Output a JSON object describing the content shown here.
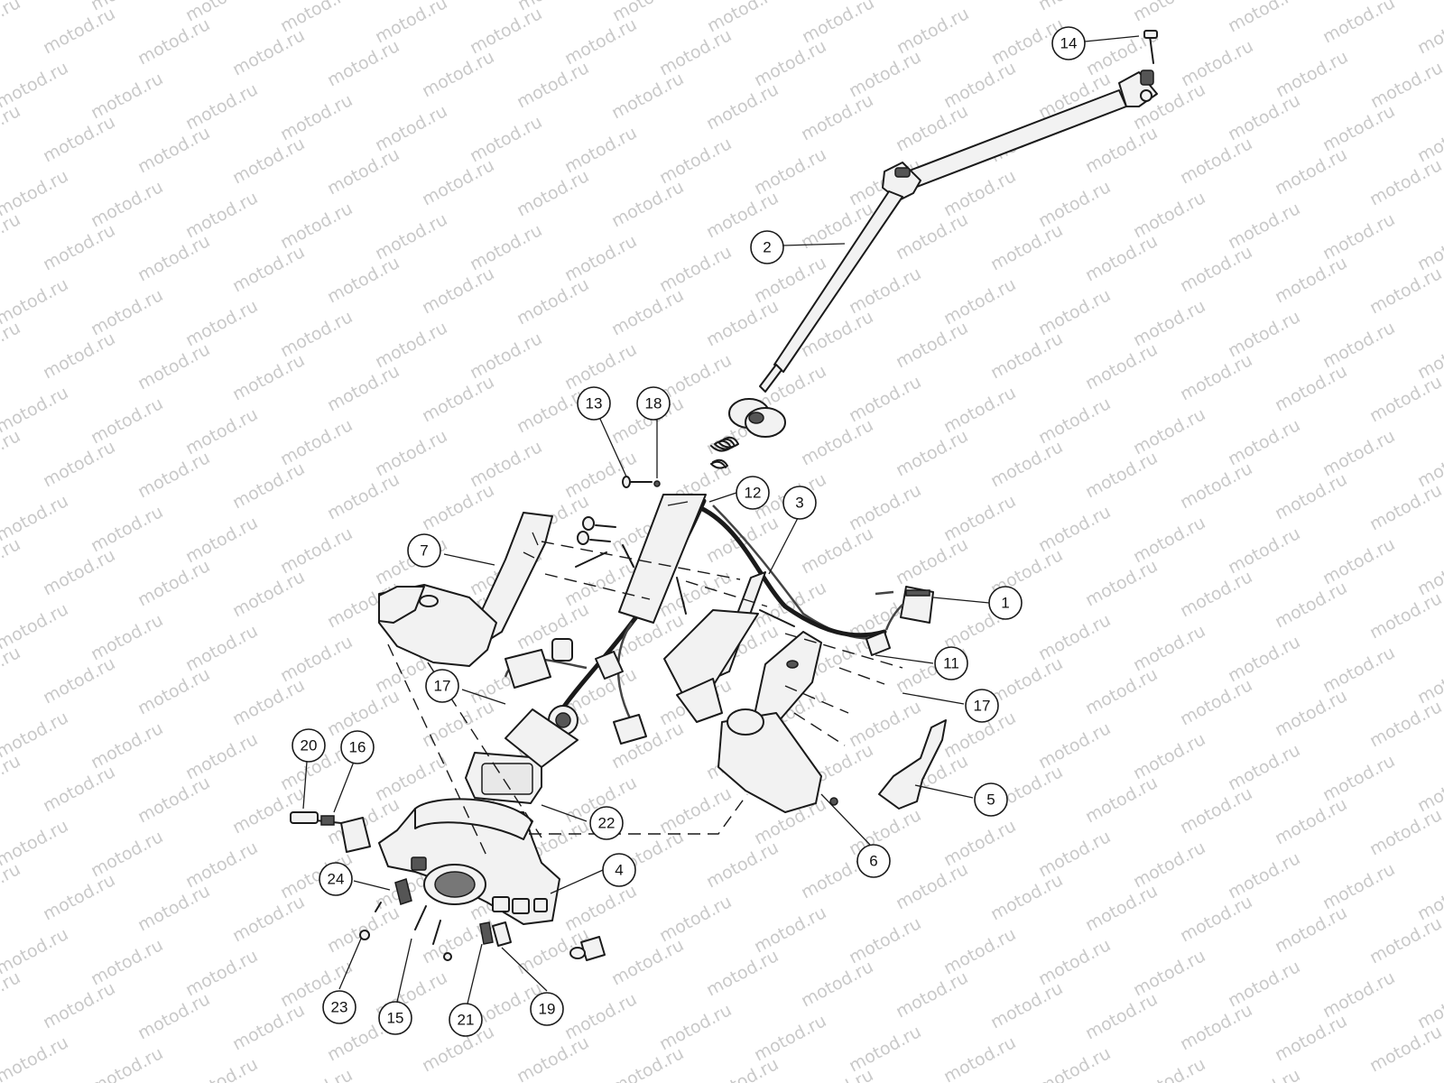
{
  "watermark": "motod.ru",
  "callouts": [
    {
      "id": "14",
      "label": "14"
    },
    {
      "id": "2",
      "label": "2"
    },
    {
      "id": "13",
      "label": "13"
    },
    {
      "id": "18",
      "label": "18"
    },
    {
      "id": "12",
      "label": "12"
    },
    {
      "id": "3",
      "label": "3"
    },
    {
      "id": "7",
      "label": "7"
    },
    {
      "id": "1",
      "label": "1"
    },
    {
      "id": "11",
      "label": "11"
    },
    {
      "id": "17a",
      "label": "17"
    },
    {
      "id": "17b",
      "label": "17"
    },
    {
      "id": "20",
      "label": "20"
    },
    {
      "id": "16",
      "label": "16"
    },
    {
      "id": "22",
      "label": "22"
    },
    {
      "id": "5",
      "label": "5"
    },
    {
      "id": "6",
      "label": "6"
    },
    {
      "id": "4",
      "label": "4"
    },
    {
      "id": "24",
      "label": "24"
    },
    {
      "id": "23",
      "label": "23"
    },
    {
      "id": "15",
      "label": "15"
    },
    {
      "id": "21",
      "label": "21"
    },
    {
      "id": "19",
      "label": "19"
    }
  ]
}
